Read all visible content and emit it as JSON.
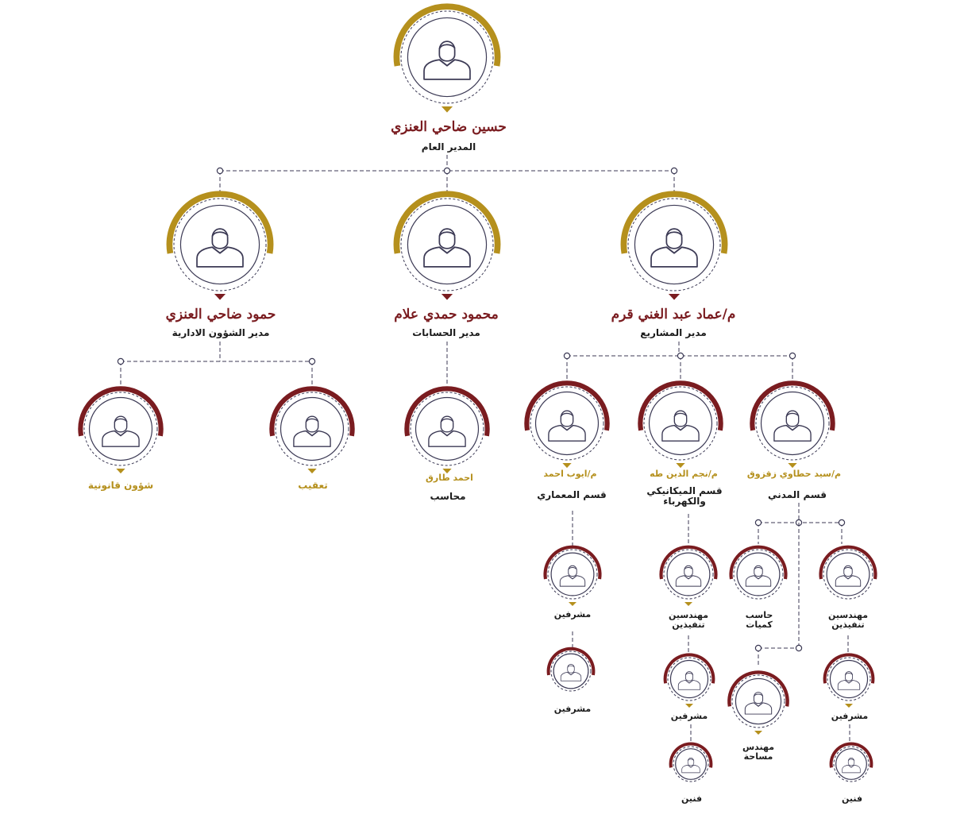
{
  "colors": {
    "gold": "#b5901d",
    "maroon": "#7a1c20",
    "line": "#3c3a55",
    "text": "#1b1b1b"
  },
  "icon": "person-icon",
  "top": {
    "ceo": {
      "name": "حسين ضاحي العنزي",
      "title": "المدير العام"
    }
  },
  "managers": {
    "admin": {
      "name": "حمود ضاحي العنزي",
      "title": "مدير الشؤون الادارية"
    },
    "accounts": {
      "name": "محمود حمدي علام",
      "title": "مدير الحسابات"
    },
    "projects": {
      "name": "م/عماد عبد الغني قرم",
      "title": "مدير المشاريع"
    }
  },
  "admin_units": {
    "legal": {
      "label": "شؤون قانونية"
    },
    "followup": {
      "label": "تعقيب"
    }
  },
  "accounts_units": {
    "accountant": {
      "name": "احمد طارق",
      "title": "محاسب"
    }
  },
  "departments": {
    "architecture": {
      "name": "م/ايوب احمد",
      "title": "قسم المعماري"
    },
    "mep": {
      "name": "م/نجم الدين طه",
      "title": "قسم الميكانيكي والكهرباء"
    },
    "civil": {
      "name": "م/سيد حطاوي زقزوق",
      "title": "قسم المدني"
    }
  },
  "staff": {
    "arch_supervisors_1": "مشرفين",
    "arch_supervisors_2": "مشرفين",
    "mep_engineers": "مهندسين تنفيذين",
    "mep_supervisors": "مشرفين",
    "mep_technicians": "فنين",
    "civil_quantity": "حاسب كميات",
    "civil_survey": "مهندس مساحة",
    "civil_engineers": "مهندسين تنفيذين",
    "civil_supervisors": "مشرفين",
    "civil_technicians": "فنين"
  }
}
